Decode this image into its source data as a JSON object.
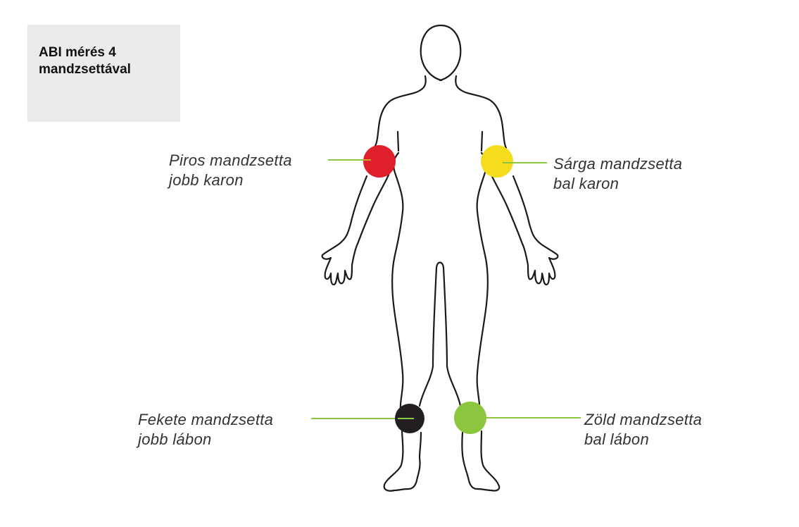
{
  "title": {
    "line1": "ABI mérés 4",
    "line2": "mandzsettával"
  },
  "colors": {
    "title_bg": "#ebebeb",
    "outline": "#1a1a1a",
    "connector": "#8cc63f",
    "red_cuff": "#e01f2d",
    "yellow_cuff": "#f5dc1c",
    "black_cuff": "#231f20",
    "green_cuff": "#8cc63f"
  },
  "cuffs": [
    {
      "id": "red",
      "line1": "Piros mandzsetta",
      "line2": "jobb karon"
    },
    {
      "id": "yellow",
      "line1": "Sárga mandzsetta",
      "line2": "bal karon"
    },
    {
      "id": "black",
      "line1": "Fekete mandzsetta",
      "line2": "jobb lábon"
    },
    {
      "id": "green",
      "line1": "Zöld mandzsetta",
      "line2": "bal lábon"
    }
  ]
}
